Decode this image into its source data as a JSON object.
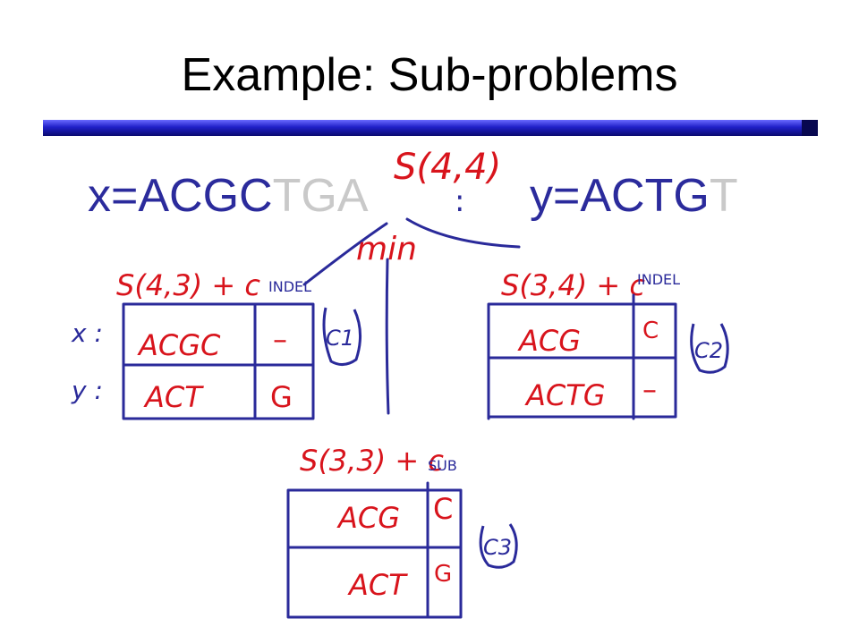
{
  "slide": {
    "title": "Example: Sub-problems",
    "accent_color": "#1a1ab8"
  },
  "sequences": {
    "x_label": "x=",
    "x_highlight": "ACGC",
    "x_faded": "TGA",
    "y_label": "y=",
    "y_highlight": "ACTG",
    "y_faded": "T"
  },
  "annotations": {
    "root": "S(4,4)",
    "root_dots": ":",
    "min": "min",
    "left_formula": "S(4,3) + c",
    "left_sub": "INDEL",
    "left_x_label": "x :",
    "left_y_label": "y :",
    "left_x_seq": "ACGC",
    "left_x_tail": "–",
    "left_y_seq": "ACT",
    "left_y_tail": "G",
    "left_cost": "C1",
    "right_formula": "S(3,4) + c",
    "right_sub": "INDEL",
    "right_x_seq": "ACG",
    "right_x_tail": "C",
    "right_y_seq": "ACTG",
    "right_y_tail": "–",
    "right_cost": "C2",
    "mid_formula": "S(3,3) + c",
    "mid_sub": "SUB",
    "mid_x_seq": "ACG",
    "mid_x_tail": "C",
    "mid_y_seq": "ACT",
    "mid_y_tail": "G",
    "mid_cost": "C3",
    "ink_red": "#d8141c",
    "ink_blue": "#2a2a9a"
  }
}
